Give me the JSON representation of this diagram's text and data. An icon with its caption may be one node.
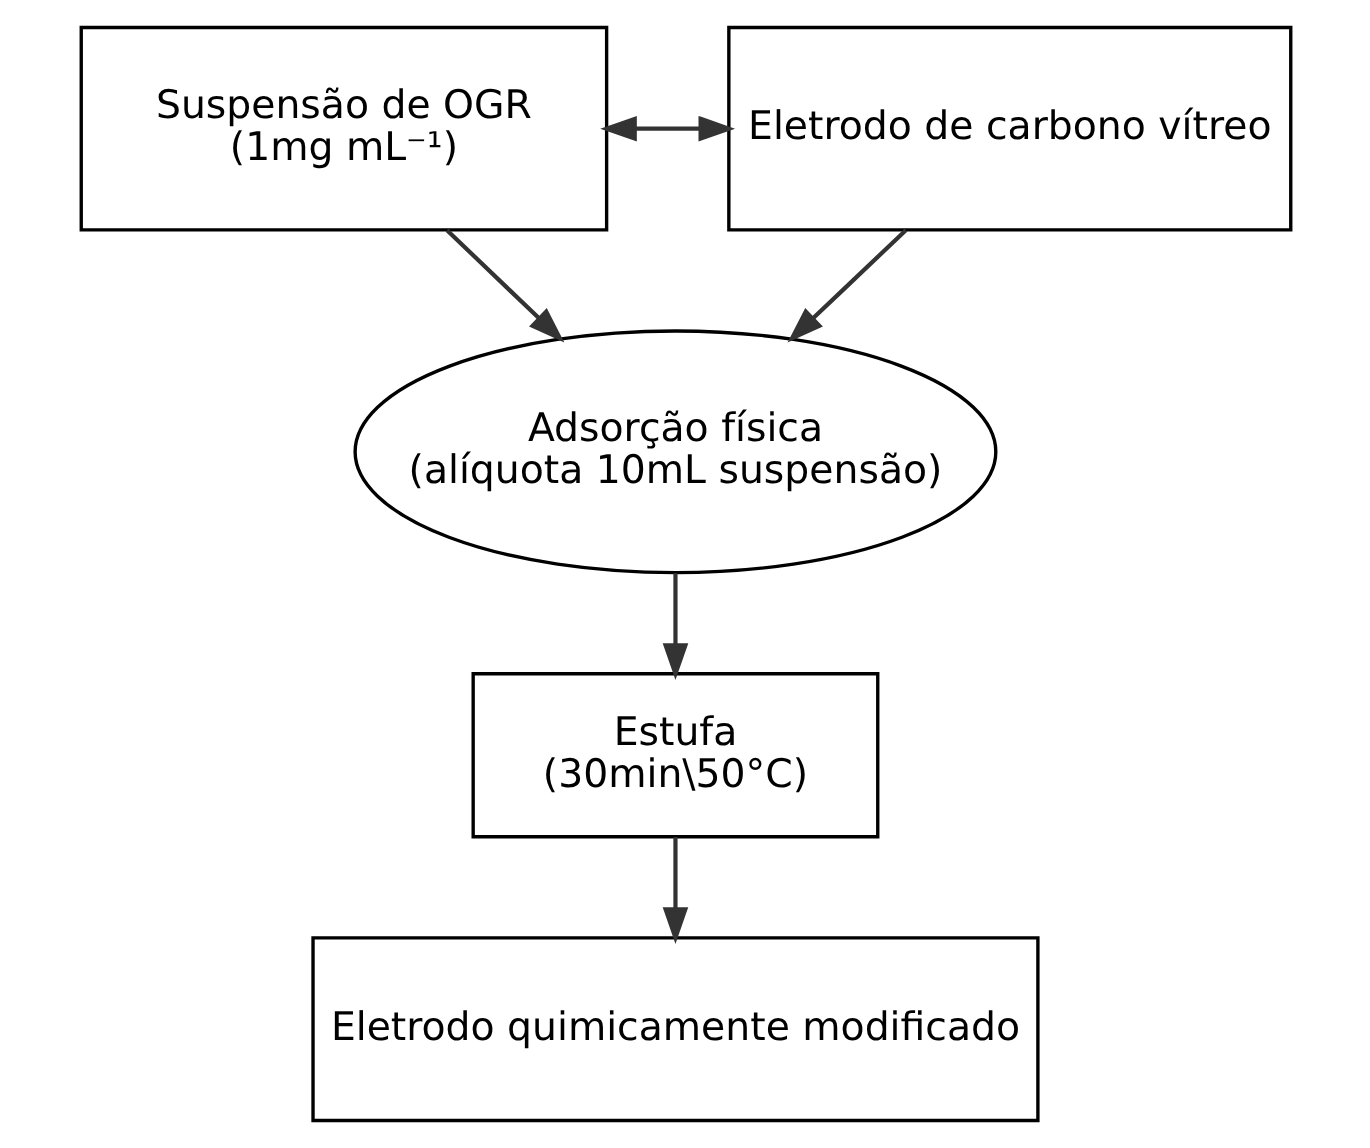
{
  "diagram": {
    "nodes": [
      {
        "text": [
          "Suspensão de OGR",
          "(1mg mL⁻¹)"
        ]
      },
      {
        "text": [
          "Eletrodo de carbono vítreo"
        ]
      },
      {
        "text": [
          "Adsorção física",
          "(alíquota 10mL suspensão)"
        ]
      },
      {
        "text": [
          "Estufa",
          "(30min\\50°C)"
        ]
      },
      {
        "text": [
          "Eletrodo quimicamente modificado"
        ]
      }
    ],
    "edges": [
      {
        "from": 0,
        "to": 1,
        "arrow": "both"
      },
      {
        "from": 0,
        "to": 2,
        "arrow": "to"
      },
      {
        "from": 1,
        "to": 2,
        "arrow": "to"
      },
      {
        "from": 2,
        "to": 3,
        "arrow": "to"
      },
      {
        "from": 3,
        "to": 4,
        "arrow": "to"
      }
    ]
  }
}
